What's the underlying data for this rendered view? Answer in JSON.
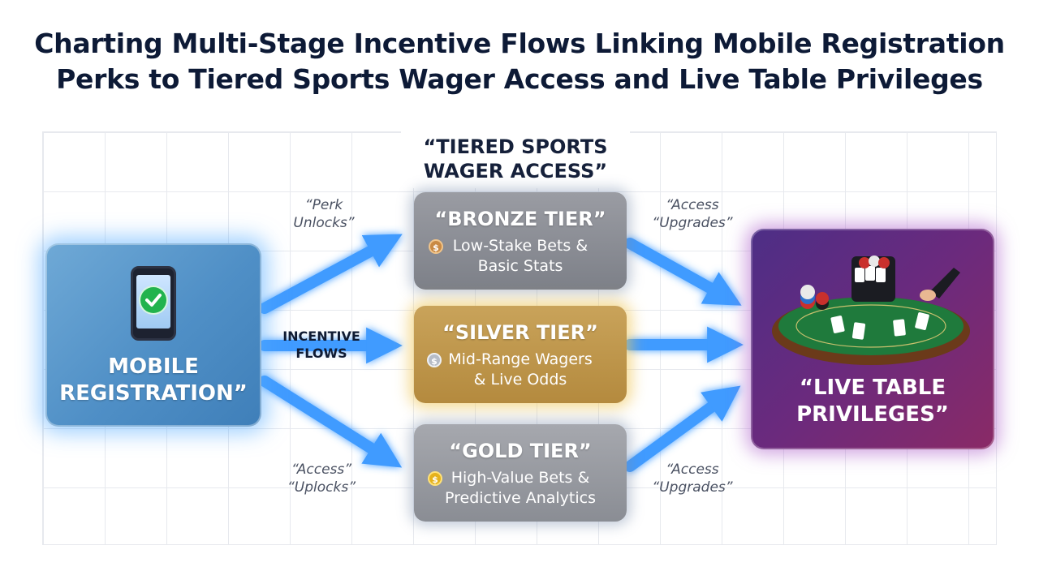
{
  "title": {
    "line1": "Charting Multi-Stage Incentive Flows Linking Mobile Registration",
    "line2": "Perks to Tiered Sports Wager Access and Live Table Privileges"
  },
  "column_title": {
    "line1": "“TIERED SPORTS",
    "line2": "WAGER ACCESS”"
  },
  "source_node": {
    "line1": "MOBILE",
    "line2": "REGISTRATION”",
    "icon": "smartphone-check-icon"
  },
  "tiers": [
    {
      "name": "“BRONZE TIER”",
      "desc_line1": "Low-Stake Bets &",
      "desc_line2": "Basic Stats",
      "coin": "$",
      "color": "#8c8e95"
    },
    {
      "name": "“SILVER TIER”",
      "desc_line1": "Mid-Range Wagers",
      "desc_line2": "& Live Odds",
      "coin": "$",
      "color": "#be9548"
    },
    {
      "name": "“GOLD TIER”",
      "desc_line1": "High-Value Bets &",
      "desc_line2": "Predictive Analytics",
      "coin": "$",
      "color": "#989aa1"
    }
  ],
  "target_node": {
    "line1": "“LIVE TABLE",
    "line2": "PRIVILEGES”",
    "icon": "casino-table-icon"
  },
  "edge_labels": {
    "perk_unlocks": {
      "line1": "“Perk",
      "line2": "Unlocks”"
    },
    "incentive_flows": {
      "line1": "INCENTIVE",
      "line2": "FLOWS"
    },
    "access_uplocks": {
      "line1": "“Access”",
      "line2": "“Uplocks”"
    },
    "access_upgrades_top": {
      "line1": "“Access",
      "line2": "“Upgrades”"
    },
    "access_upgrades_bottom": {
      "line1": "“Access",
      "line2": "“Upgrades”"
    }
  },
  "colors": {
    "arrow": "#3f9bff",
    "arrow_glow": "#8fd0ff",
    "title": "#0d1a36"
  }
}
